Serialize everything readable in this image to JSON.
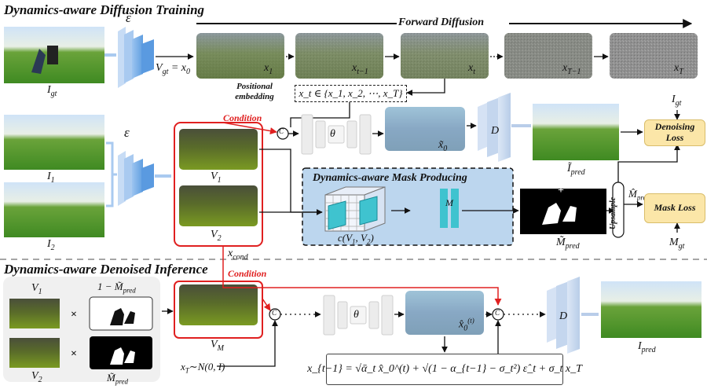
{
  "titles": {
    "training": "Dynamics-aware Diffusion Training",
    "inference": "Dynamics-aware Denoised Inference",
    "forward_diffusion": "Forward Diffusion",
    "mask_producing": "Dynamics-aware Mask Producing"
  },
  "labels": {
    "I_gt": "I",
    "I_gt_sub": "gt",
    "I_1": "I",
    "I_1_sub": "1",
    "I_2": "I",
    "I_2_sub": "2",
    "encoder": "ε",
    "decoder": "D",
    "V_gt_eq": "V",
    "V_gt_eq_sub": "gt",
    "V_gt_eq_rest": " = x",
    "V_gt_eq_rest_sub": "0",
    "x1": "x",
    "x1_sub": "1",
    "xt_1": "x",
    "xt_1_sub": "t−1",
    "xt": "x",
    "xt_sub": "t",
    "xT_1": "x",
    "xT_1_sub": "T−1",
    "xT": "x",
    "xT_sub": "T",
    "positional_embedding": "Positional embedding",
    "xt_set": "x_t ∈ {x_1, x_2, ⋯, x_T}",
    "theta": "θ",
    "x0_tilde": "x̃",
    "x0_tilde_sub": "0",
    "I_pred_tilde": "Ĩ",
    "I_pred_tilde_sub": "pred",
    "I_gt_right": "I",
    "I_gt_right_sub": "gt",
    "denoising_loss": "Denoising Loss",
    "condition_top": "Condition",
    "condition_bottom": "Condition",
    "V1": "V",
    "V1_sub": "1",
    "V2": "V",
    "V2_sub": "2",
    "x_cond": "x",
    "x_cond_sub": "cond",
    "c_v1v2": "c(V",
    "c_v1v2_mid": "1",
    "c_v1v2_rest": ", V",
    "c_v1v2_end": "2",
    "c_v1v2_close": ")",
    "mask_net": "M",
    "M_pred_tilde": "M̃",
    "M_pred_tilde_sub": "pred",
    "upsample": "Upsample",
    "M_pred_hat": "M̂",
    "M_pred_hat_sub": "pred",
    "mask_loss": "Mask Loss",
    "M_gt": "M",
    "M_gt_sub": "gt",
    "inf_V1": "V",
    "inf_V1_sub": "1",
    "inf_V2": "V",
    "inf_V2_sub": "2",
    "one_minus_M": "1 − M̃",
    "one_minus_M_sub": "pred",
    "M_pred_inf": "M̃",
    "M_pred_inf_sub": "pred",
    "times": "×",
    "V_M": "V",
    "V_M_sub": "M",
    "xT_noise": "x",
    "xT_noise_sub": "T",
    "xT_noise_rest": "∼N(0, I)",
    "theta_inf": "θ",
    "x0_hat": "x̂",
    "x0_hat_sub": "0",
    "x0_hat_sup": "(t)",
    "formula_update": "x_{t−1} = √ᾱ_t x̂_0^(t) + √(1 − α_{t−1} − σ_t²) ε̂_t + σ_t x_T",
    "I_pred": "I",
    "I_pred_sub": "pred",
    "concat": "C",
    "plus": "+"
  },
  "colors": {
    "red": "#e02020",
    "encoder_blue": "#7fb2e8",
    "mask_panel_bg": "#bcd6ee",
    "loss_fill": "#fbe6a8",
    "net_gray": "#e4e4e4",
    "mask_net_teal": "#3fc3cf"
  }
}
